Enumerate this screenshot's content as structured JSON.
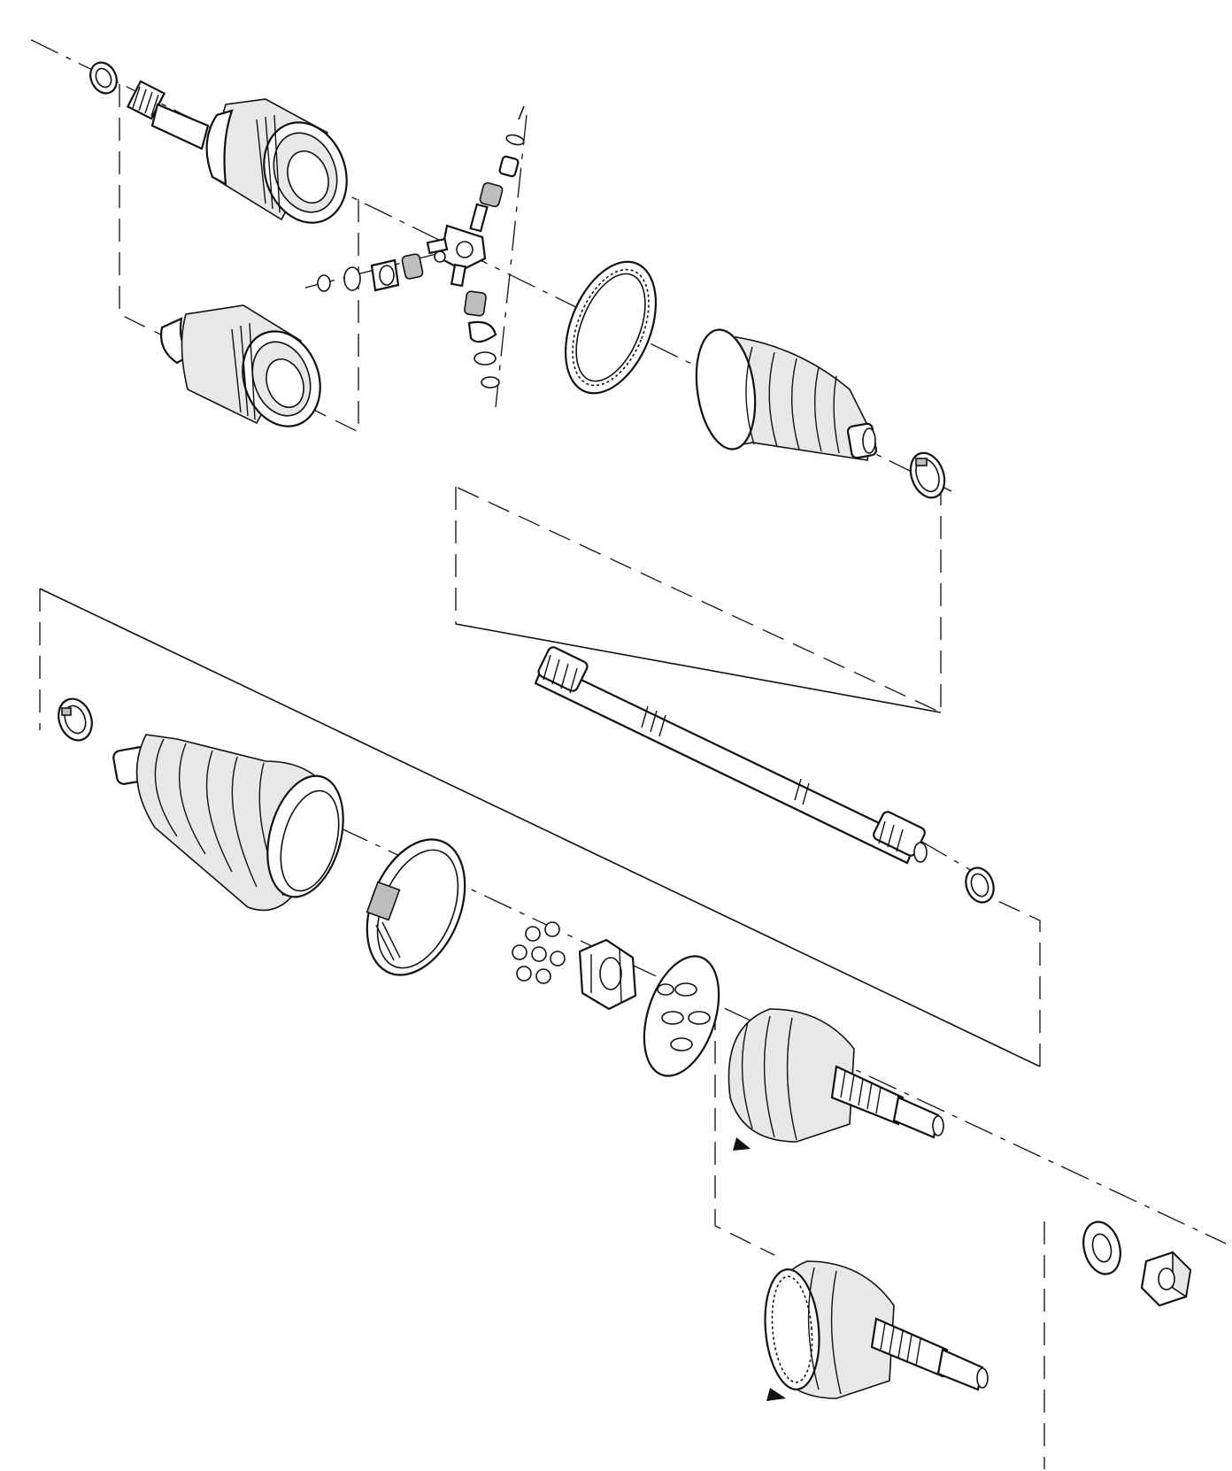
{
  "diagram": {
    "type": "exploded-parts-drawing",
    "colors": {
      "line": "#111111",
      "background": "#ffffff",
      "shading": "#e8e8e8"
    },
    "parts": [
      "retaining-ring-upper-left",
      "inner-cv-joint-housing-upper",
      "inner-cv-joint-housing-alternate",
      "tripod-spider",
      "needle-bearing-rollers",
      "abs-tone-ring",
      "inner-cv-boot",
      "boot-clamp-small",
      "intermediate-axle-shaft",
      "circlip-shaft-end",
      "outer-boot-clamp-small",
      "outer-cv-boot",
      "outer-boot-clamp-large",
      "cv-joint-balls",
      "inner-race",
      "ball-cage",
      "outer-cv-joint-stub",
      "outer-cv-joint-alternate",
      "thrust-washer",
      "axle-nut"
    ]
  }
}
